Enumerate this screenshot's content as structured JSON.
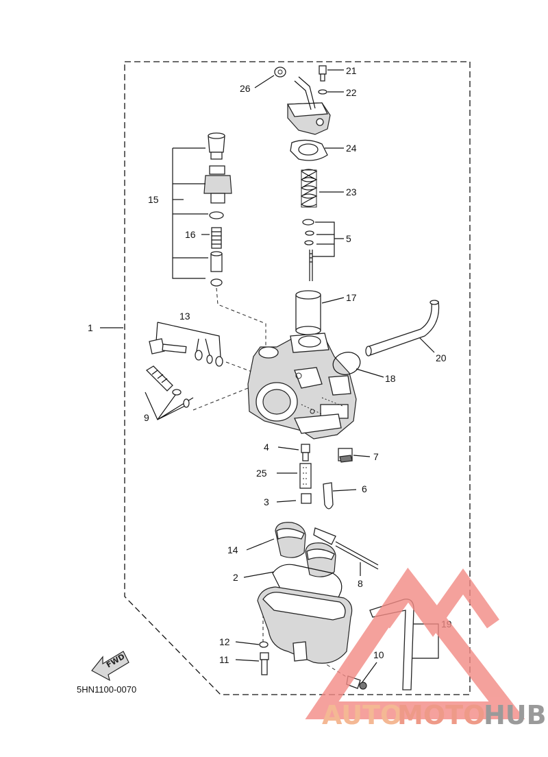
{
  "diagram_code": "5HN1100-0070",
  "fwd_label": "FWD",
  "watermark": {
    "part1": "AUTO",
    "part2": "MOTO",
    "part3": "HUB",
    "colors": {
      "auto": "#f4b894",
      "moto": "#ee9a88",
      "hub": "#9a9a9a",
      "logo": "#f28a84"
    }
  },
  "callouts": {
    "c1": "1",
    "c2": "2",
    "c3": "3",
    "c4": "4",
    "c5": "5",
    "c6": "6",
    "c7": "7",
    "c8": "8",
    "c9": "9",
    "c10": "10",
    "c11": "11",
    "c12": "12",
    "c13": "13",
    "c14": "14",
    "c15": "15",
    "c16": "16",
    "c17": "17",
    "c18": "18",
    "c19": "19",
    "c20": "20",
    "c21": "21",
    "c22": "22",
    "c23": "23",
    "c24": "24",
    "c25": "25",
    "c26": "26"
  }
}
